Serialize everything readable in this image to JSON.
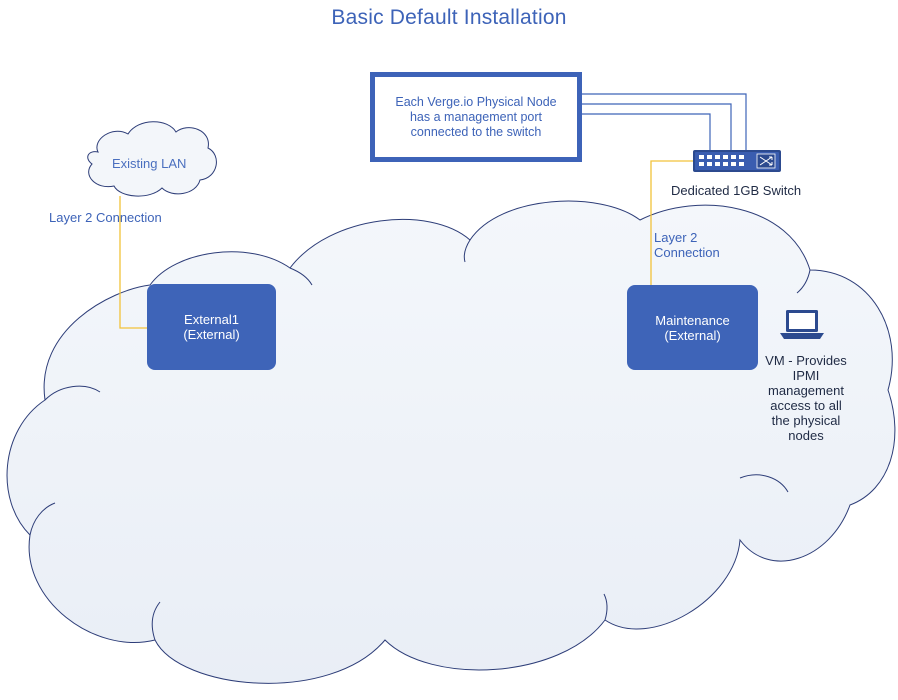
{
  "title": "Basic Default Installation",
  "note_box": {
    "text": "Each Verge.io Physical Node\nhas a management port\nconnected to the switch"
  },
  "clouds": {
    "existing_lan": "Existing LAN"
  },
  "links": {
    "left_label": "Layer 2 Connection",
    "right_label": "Layer 2\nConnection"
  },
  "switch": {
    "label": "Dedicated 1GB Switch",
    "icon": "network-switch-icon"
  },
  "nodes": {
    "external1": "External1\n(External)",
    "maintenance": "Maintenance\n(External)"
  },
  "vm": {
    "label": "VM - Provides\nIPMI\nmanagement\naccess to all\nthe physical\nnodes",
    "icon": "laptop-icon"
  },
  "colors": {
    "primary": "#3E64B8",
    "cloud_fill": "#F0F4F9",
    "cloud_stroke": "#2D3D78",
    "link": "#F2C23A",
    "text_dark": "#1F2A44"
  }
}
